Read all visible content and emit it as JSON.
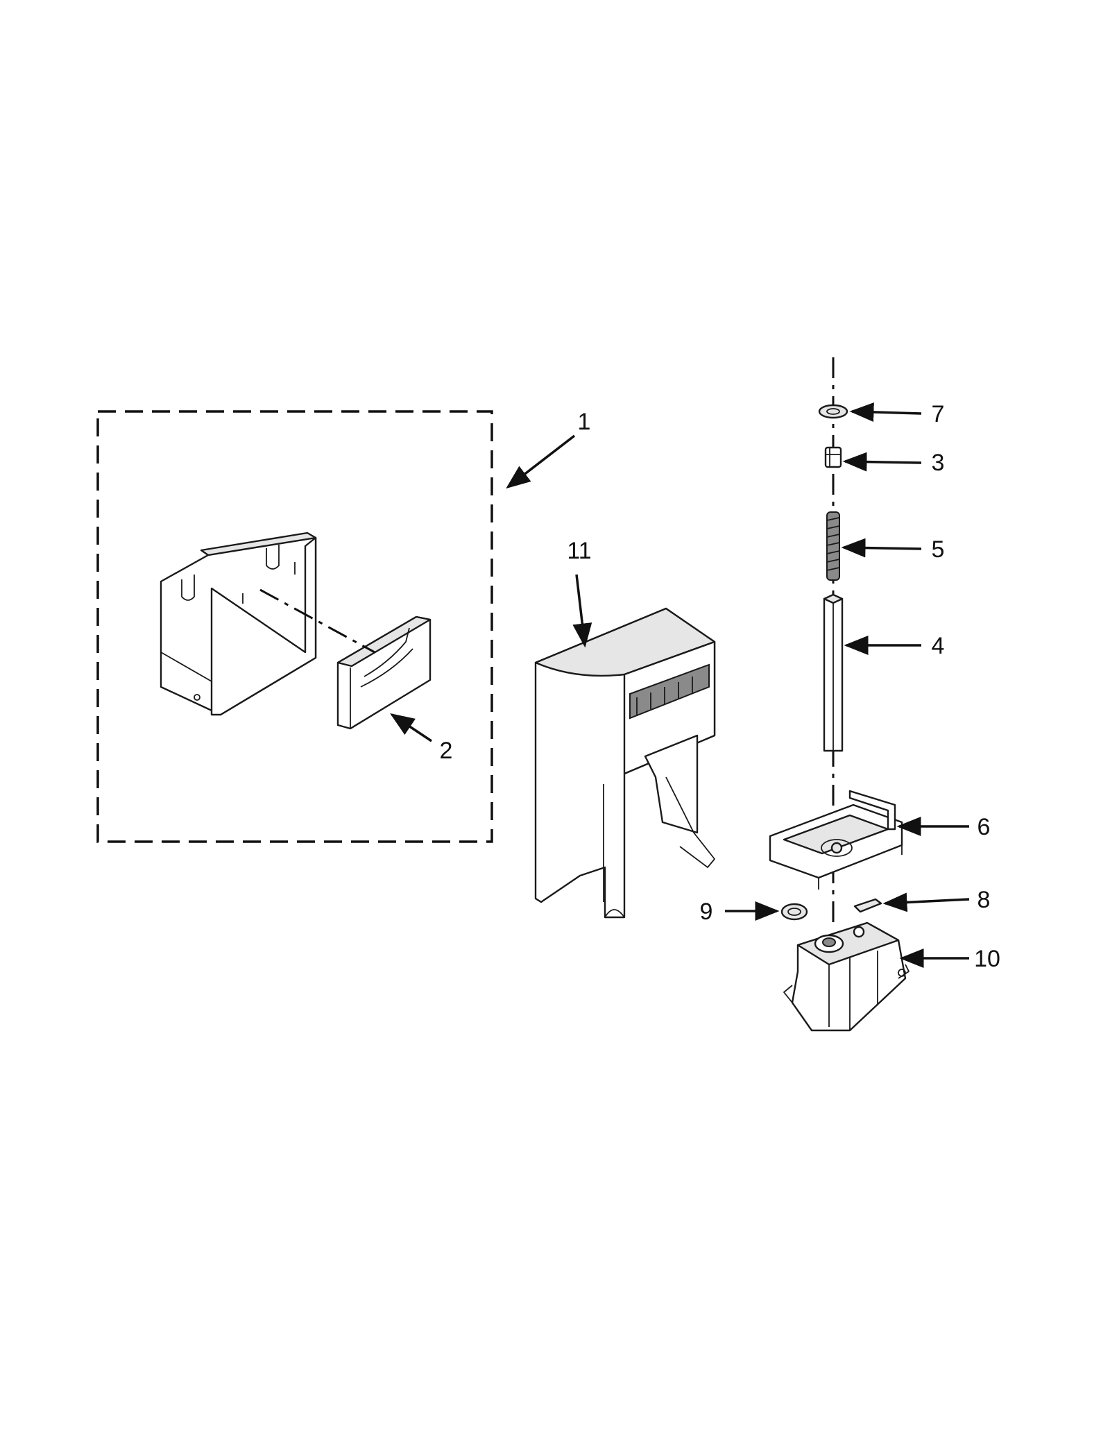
{
  "callouts": [
    {
      "id": "1",
      "label": "1"
    },
    {
      "id": "2",
      "label": "2"
    },
    {
      "id": "3",
      "label": "3"
    },
    {
      "id": "4",
      "label": "4"
    },
    {
      "id": "5",
      "label": "5"
    },
    {
      "id": "6",
      "label": "6"
    },
    {
      "id": "7",
      "label": "7"
    },
    {
      "id": "8",
      "label": "8"
    },
    {
      "id": "9",
      "label": "9"
    },
    {
      "id": "10",
      "label": "10"
    },
    {
      "id": "11",
      "label": "11"
    }
  ],
  "colors": {
    "line": "#111111",
    "fill": "#ffffff",
    "shade": "#e6e6e6"
  }
}
